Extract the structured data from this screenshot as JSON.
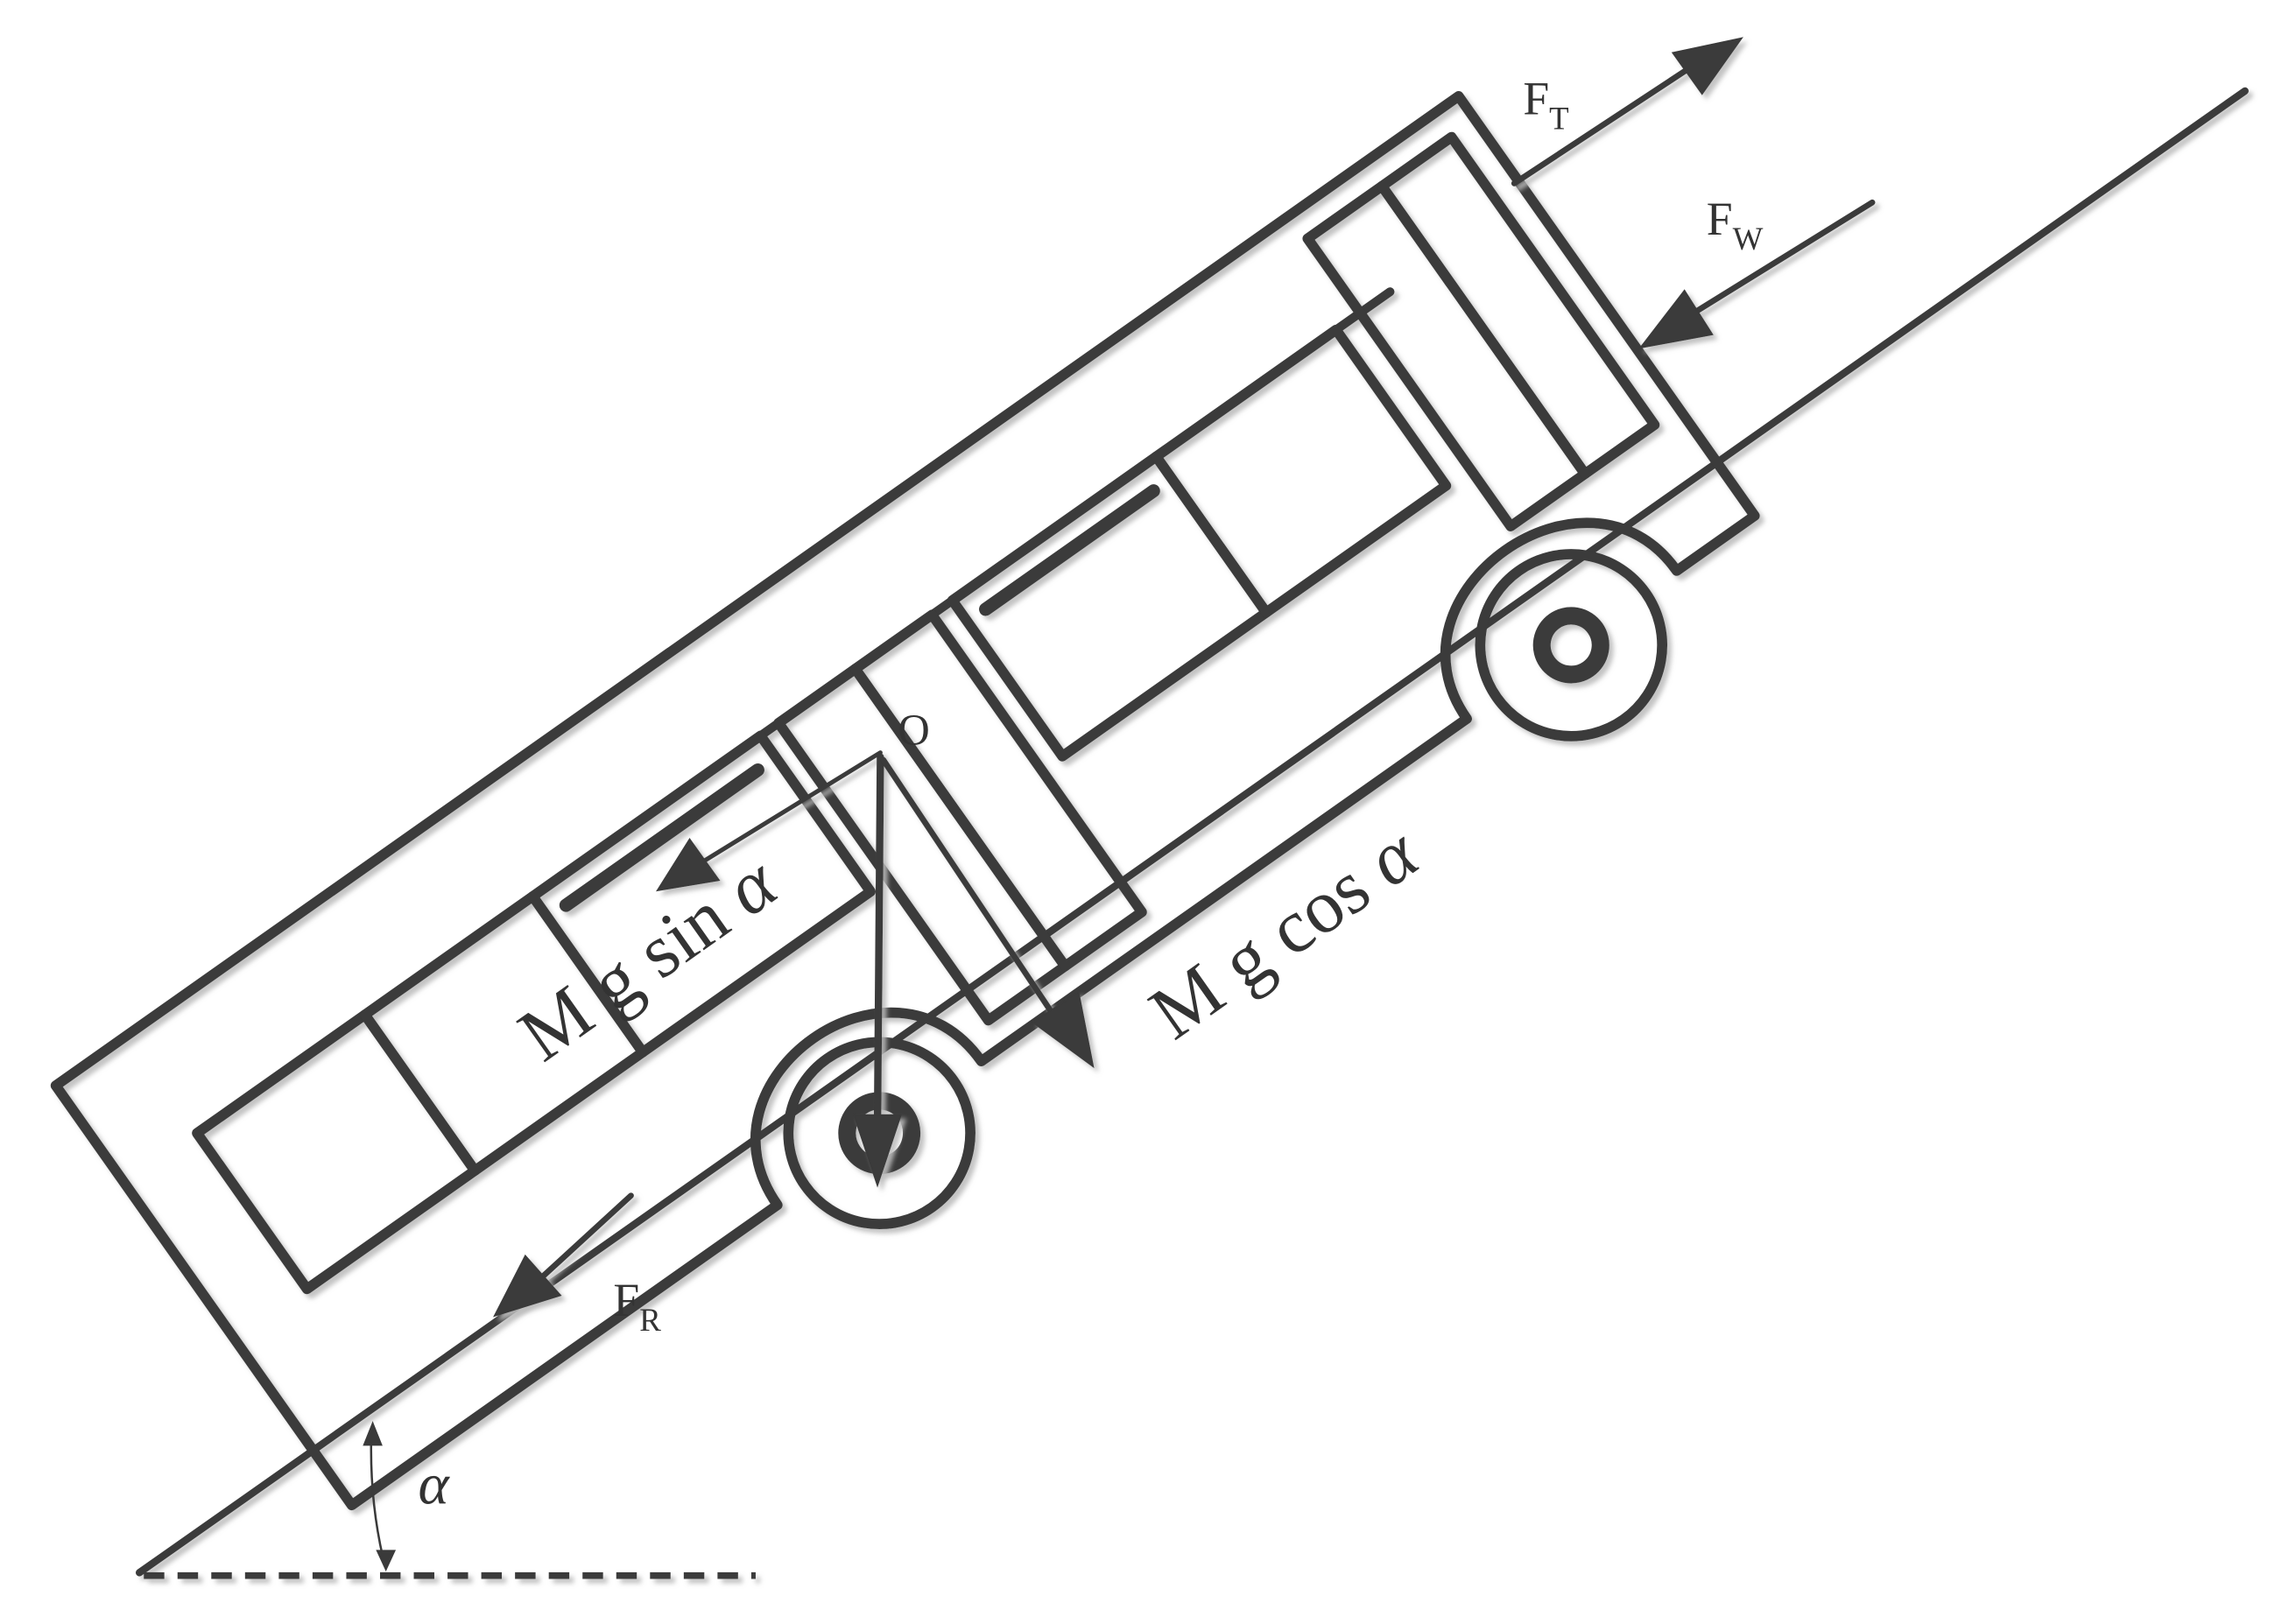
{
  "colors": {
    "stroke": "#3a3a3a",
    "shadow": "#cfcfcf",
    "background": "#ffffff"
  },
  "labels": {
    "o": "O",
    "ft": {
      "main": "F",
      "sub": "T"
    },
    "fw": {
      "main": "F",
      "sub": "W"
    },
    "fr": {
      "main": "F",
      "sub": "R"
    },
    "mg_sin": {
      "prefix": "M g sin ",
      "greek": "α"
    },
    "mg_cos": {
      "prefix": "M g cos ",
      "greek": "α"
    },
    "alpha": "α"
  }
}
